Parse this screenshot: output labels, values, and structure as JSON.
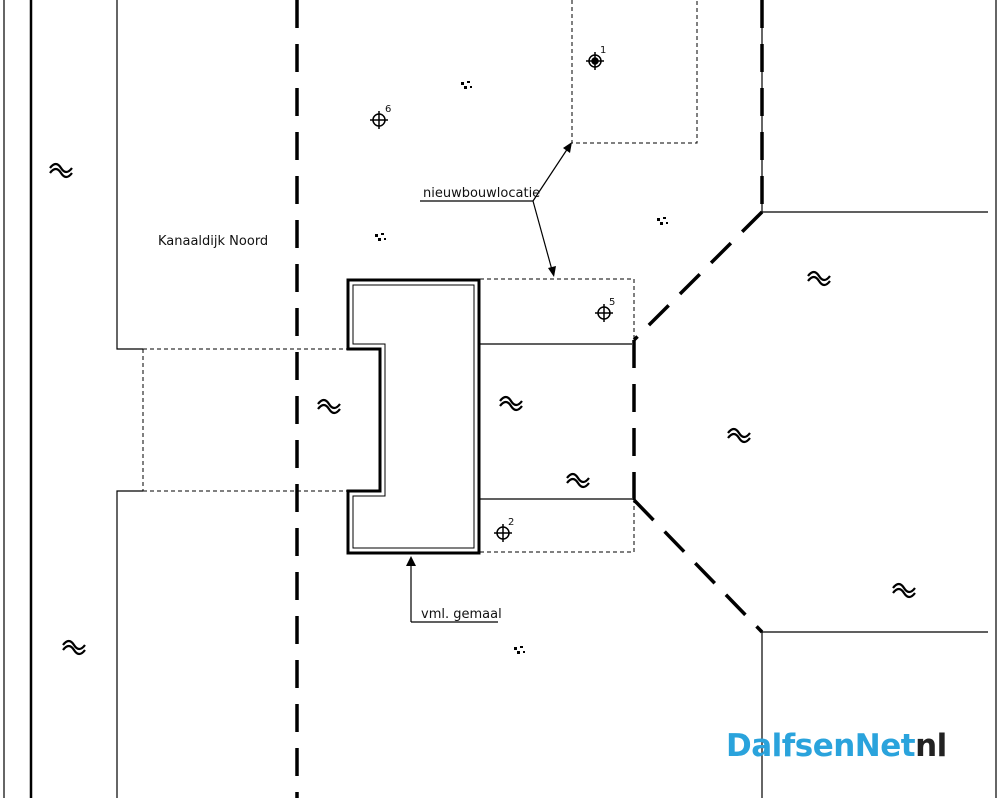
{
  "labels": {
    "street": "Kanaaldijk Noord",
    "new_build": "nieuwbouwlocatie",
    "former_pumping_station": "vml. gemaal"
  },
  "survey_points": [
    "1",
    "6",
    "5",
    "2"
  ],
  "watermark": {
    "part1": "DalfsenNet",
    "part2": "nl",
    "color_part1": "#2aa3dc",
    "color_part2": "#222222"
  }
}
